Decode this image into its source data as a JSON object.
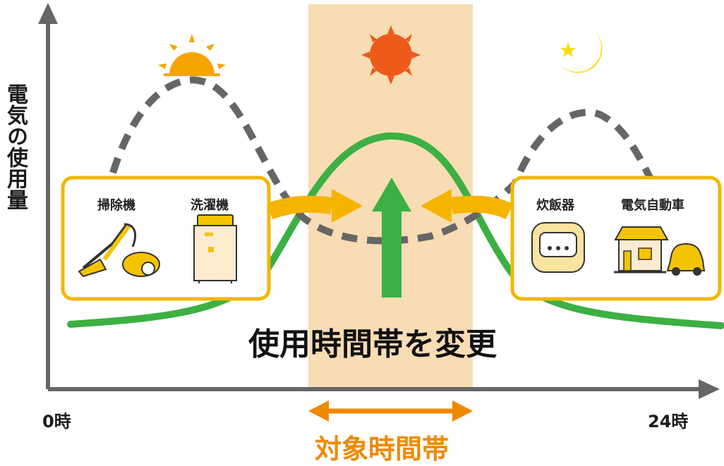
{
  "y_axis_label": "電気の使用量",
  "x_axis": {
    "start_label": "0時",
    "end_label": "24時"
  },
  "center_text": "使用時間帯を変更",
  "target_label": "対象時間帯",
  "left_box": {
    "items": [
      "掃除機",
      "洗濯機"
    ],
    "icons": [
      "vacuum-cleaner-icon",
      "washing-machine-icon"
    ]
  },
  "right_box": {
    "items": [
      "炊飯器",
      "電気自動車"
    ],
    "icons": [
      "rice-cooker-icon",
      "house-and-car-icon"
    ]
  },
  "sky_icons": [
    "rising-sun-icon",
    "sun-icon",
    "moon-icon"
  ],
  "curves": {
    "before": "dashed-gray",
    "after": "solid-green"
  },
  "colors": {
    "target_band": "#f8dcb4",
    "green_curve": "#3cb043",
    "gray_curve": "#666666",
    "shift_arrow": "#f5b400",
    "target_arrow": "#ee8a00",
    "box_border": "#f2b705"
  }
}
